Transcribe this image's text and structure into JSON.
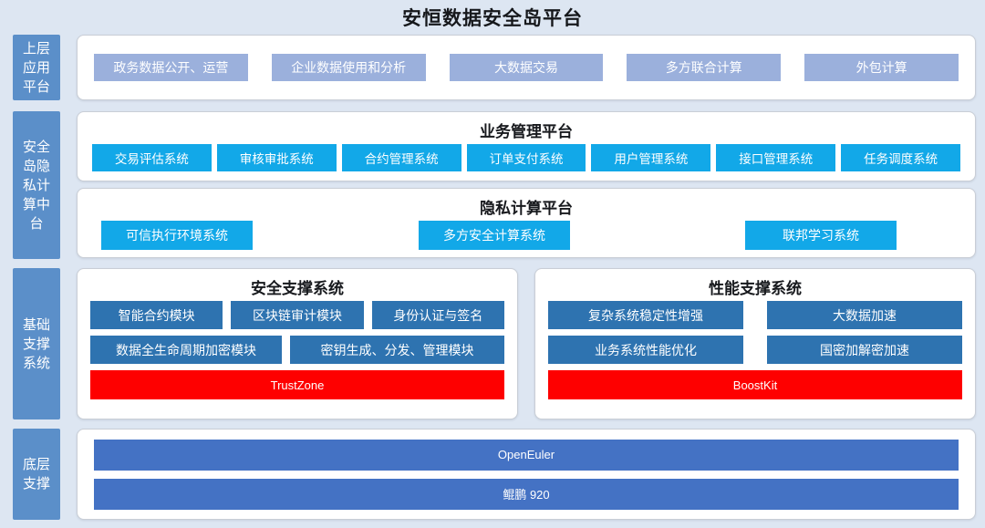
{
  "page": {
    "title": "安恒数据安全岛平台",
    "background_color": "#dde6f2"
  },
  "colors": {
    "tab_blue": "#5b8fc9",
    "periwinkle": "#9bb0dc",
    "cyan": "#12a8e8",
    "steel_blue": "#2e73b0",
    "red": "#fe0000",
    "royal_blue": "#4472c4",
    "panel_white": "#ffffff"
  },
  "layers": {
    "application": {
      "tab_label": "上层应用平台",
      "items": [
        "政务数据公开、运营",
        "企业数据使用和分析",
        "大数据交易",
        "多方联合计算",
        "外包计算"
      ]
    },
    "island": {
      "tab_label": "安全岛隐私计算中台",
      "business_platform": {
        "title": "业务管理平台",
        "items": [
          "交易评估系统",
          "审核审批系统",
          "合约管理系统",
          "订单支付系统",
          "用户管理系统",
          "接口管理系统",
          "任务调度系统"
        ]
      },
      "privacy_platform": {
        "title": "隐私计算平台",
        "items": [
          "可信执行环境系统",
          "多方安全计算系统",
          "联邦学习系统"
        ]
      }
    },
    "base": {
      "tab_label": "基础支撑系统",
      "security_panel": {
        "title": "安全支撑系统",
        "row_a": [
          "智能合约模块",
          "区块链审计模块",
          "身份认证与签名"
        ],
        "row_b": [
          "数据全生命周期加密模块",
          "密钥生成、分发、管理模块"
        ],
        "highlight": "TrustZone"
      },
      "performance_panel": {
        "title": "性能支撑系统",
        "row_a": [
          "复杂系统稳定性增强",
          "大数据加速"
        ],
        "row_b": [
          "业务系统性能优化",
          "国密加解密加速"
        ],
        "highlight": "BoostKit"
      }
    },
    "bottom": {
      "tab_label": "底层支撑",
      "items": [
        "OpenEuler",
        "鲲鹏 920"
      ]
    }
  }
}
